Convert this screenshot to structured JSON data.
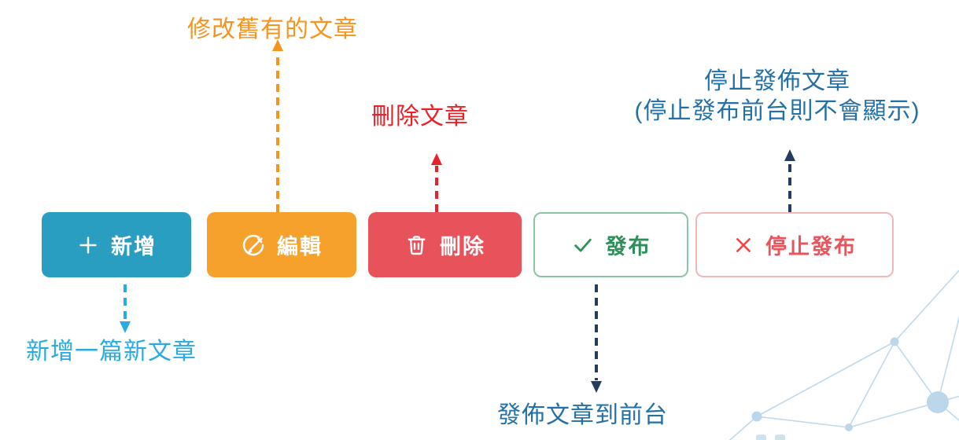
{
  "toolbar": {
    "buttons": [
      {
        "label": "新增",
        "icon": "plus-icon",
        "style": "solid",
        "bg": "#2A9EC0",
        "fg": "#FFFFFF"
      },
      {
        "label": "編輯",
        "icon": "pencil-circle-icon",
        "style": "solid",
        "bg": "#F6A12B",
        "fg": "#FFFFFF"
      },
      {
        "label": "刪除",
        "icon": "trash-icon",
        "style": "solid",
        "bg": "#E8525A",
        "fg": "#FFFFFF"
      },
      {
        "label": "發布",
        "icon": "check-icon",
        "style": "outline",
        "bg": "#FFFFFF",
        "fg": "#2E8F5B",
        "border": "#8CC5A5"
      },
      {
        "label": "停止發布",
        "icon": "x-icon",
        "style": "outline",
        "bg": "#FFFFFF",
        "fg": "#E8555C",
        "border": "#F5B6B6"
      }
    ]
  },
  "annotations": {
    "edit_note": {
      "text": "修改舊有的文章",
      "color": "#F7941E",
      "arrow_direction": "up",
      "arrow_color": "#F7941E"
    },
    "delete_note": {
      "text": "刪除文章",
      "color": "#EC2127",
      "arrow_direction": "up",
      "arrow_color": "#EC2127"
    },
    "stop_note": {
      "line1": "停止發佈文章",
      "line2": "(停止發布前台則不會顯示)",
      "color": "#2170A8",
      "arrow_direction": "up",
      "arrow_color": "#243D5C"
    },
    "add_note": {
      "text": "新增一篇新文章",
      "color": "#29ABE2",
      "arrow_direction": "down",
      "arrow_color": "#29ABE2"
    },
    "publish_note": {
      "text": "發佈文章到前台",
      "color": "#2170A8",
      "arrow_direction": "down",
      "arrow_color": "#243D5C"
    }
  },
  "decor": {
    "network_line_color": "#BFD9ED",
    "network_node_color": "#BCD6EA"
  }
}
